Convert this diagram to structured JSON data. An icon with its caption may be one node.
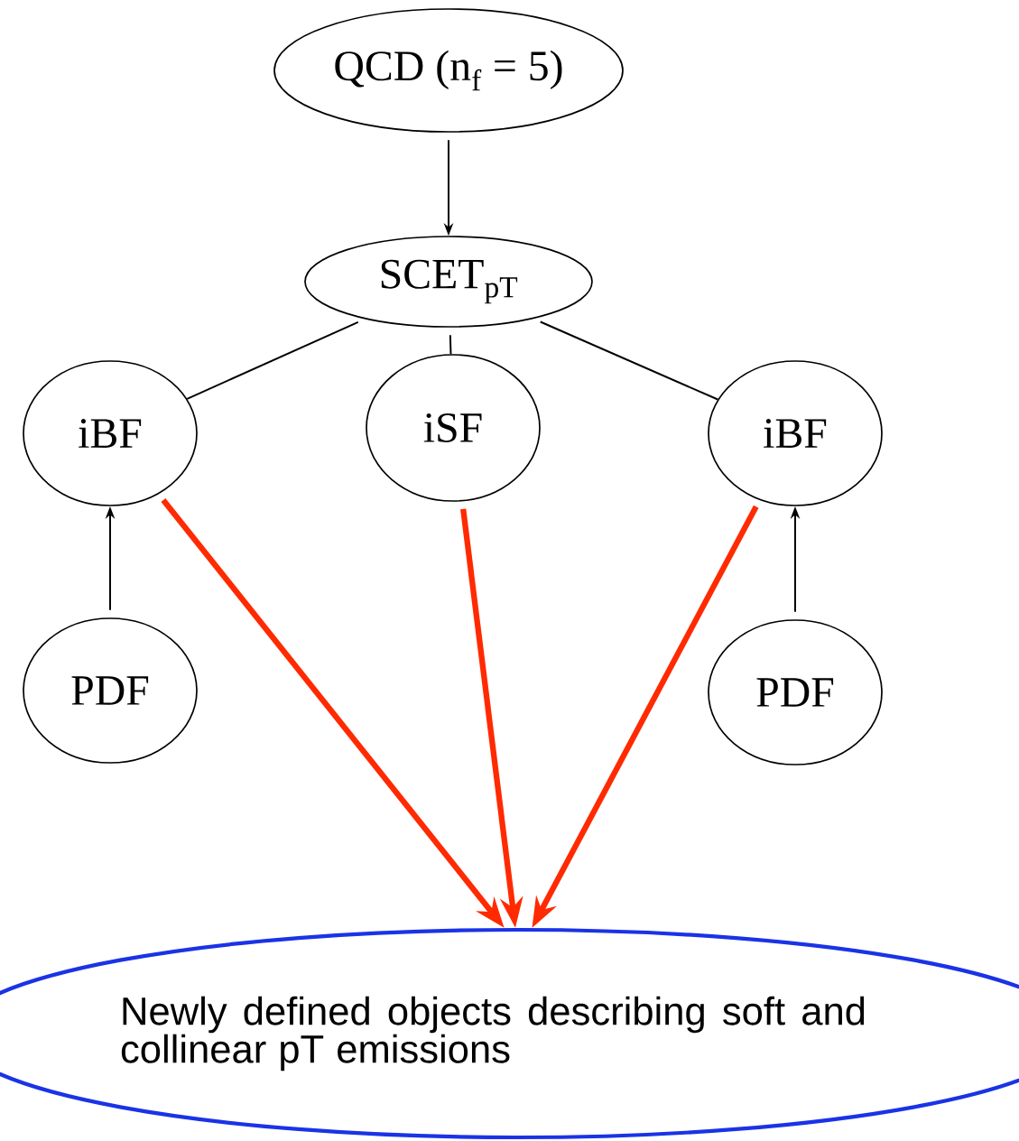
{
  "diagram": {
    "nodes": [
      {
        "text": [
          "QCD (n$_{f}$ = 5)"
        ]
      },
      {
        "text": [
          "SCET$_{pT}$"
        ]
      },
      {
        "text": [
          "iBF"
        ]
      },
      {
        "text": [
          "iSF"
        ]
      },
      {
        "text": [
          "iBF"
        ]
      },
      {
        "text": [
          "PDF"
        ]
      },
      {
        "text": [
          "PDF"
        ]
      },
      {
        "text": [
          "Newly defined objects describing soft and collinear pT emissions"
        ]
      }
    ],
    "edges": [
      {
        "from": 0,
        "to": 1,
        "arrow": "to"
      },
      {
        "from": 1,
        "to": 2,
        "arrow": "none"
      },
      {
        "from": 1,
        "to": 3,
        "arrow": "none"
      },
      {
        "from": 1,
        "to": 4,
        "arrow": "none"
      },
      {
        "from": 5,
        "to": 2,
        "arrow": "to"
      },
      {
        "from": 6,
        "to": 4,
        "arrow": "to"
      },
      {
        "from": 2,
        "to": 7,
        "arrow": "to",
        "style": "thick",
        "color": "#ff2a00"
      },
      {
        "from": 3,
        "to": 7,
        "arrow": "to",
        "style": "thick",
        "color": "#ff2a00"
      },
      {
        "from": 4,
        "to": 7,
        "arrow": "to",
        "style": "thick",
        "color": "#ff2a00"
      }
    ]
  }
}
